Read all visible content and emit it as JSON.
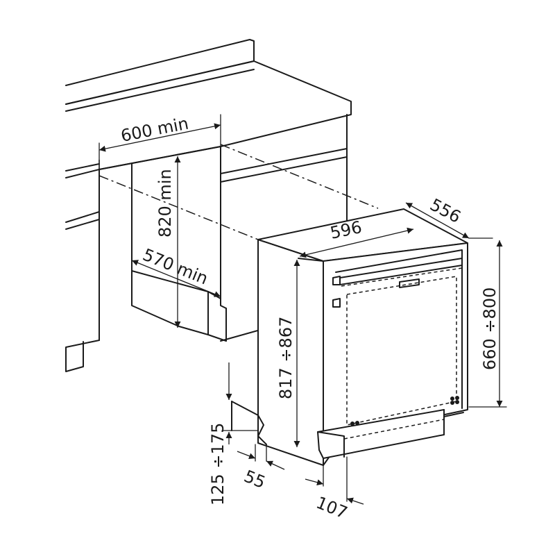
{
  "dimensions": {
    "cabinet_width": "600 min",
    "cabinet_height": "820 min",
    "cabinet_depth": "570 min",
    "appliance_width": "596",
    "appliance_depth": "556",
    "appliance_height": "817 ÷867",
    "door_height": "660 ÷800",
    "plinth_height": "125 ÷175",
    "plinth_offset": "55",
    "toe_kick_depth": "107"
  }
}
